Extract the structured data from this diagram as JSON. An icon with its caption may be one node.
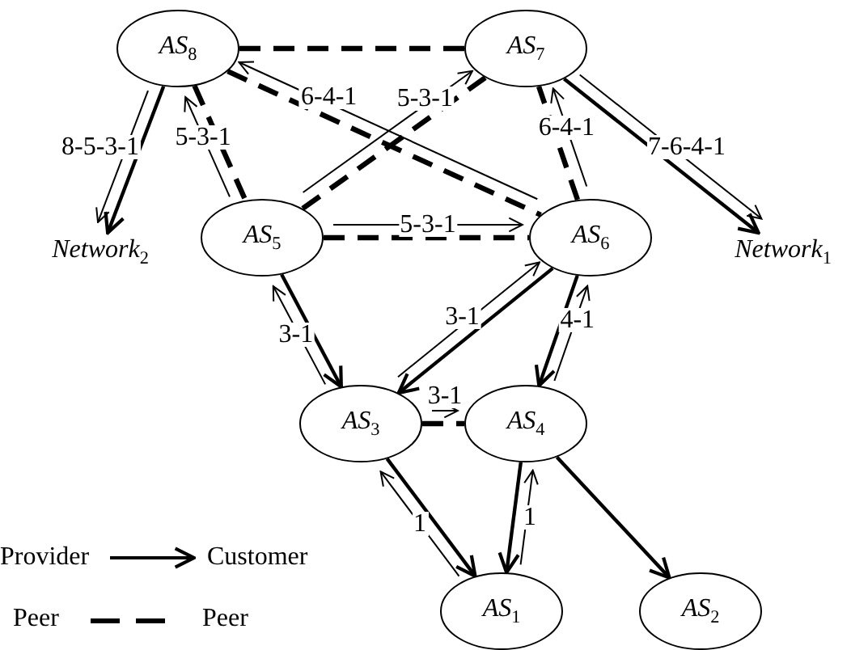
{
  "diagram": {
    "nodes": [
      {
        "text": [
          "AS$_{8}$"
        ]
      },
      {
        "text": [
          "AS$_{7}$"
        ]
      },
      {
        "text": [
          "Network$_{2}$"
        ]
      },
      {
        "text": [
          "AS$_{5}$"
        ]
      },
      {
        "text": [
          "AS$_{6}$"
        ]
      },
      {
        "text": [
          "Network$_{1}$"
        ]
      },
      {
        "text": [
          "AS$_{3}$"
        ]
      },
      {
        "text": [
          "AS$_{4}$"
        ]
      },
      {
        "text": [
          "AS$_{1}$"
        ]
      },
      {
        "text": [
          "AS$_{2}$"
        ]
      }
    ],
    "edges": [
      {
        "from": 0,
        "to": 1,
        "arrow": "none",
        "style": "dashed"
      },
      {
        "from": 0,
        "to": 4,
        "arrow": "none",
        "style": "dashed"
      },
      {
        "from": 0,
        "to": 3,
        "arrow": "none",
        "style": "dashed"
      },
      {
        "from": 3,
        "to": 1,
        "arrow": "none",
        "style": "dashed"
      },
      {
        "from": 3,
        "to": 4,
        "arrow": "none",
        "style": "dashed"
      },
      {
        "from": 4,
        "to": 1,
        "arrow": "none",
        "style": "dashed"
      },
      {
        "from": 6,
        "to": 7,
        "arrow": "none",
        "style": "dashed"
      },
      {
        "from": 0,
        "to": 2,
        "arrow": "to"
      },
      {
        "from": 1,
        "to": 5,
        "arrow": "to"
      },
      {
        "from": 3,
        "to": 6,
        "arrow": "to"
      },
      {
        "from": 4,
        "to": 6,
        "arrow": "to"
      },
      {
        "from": 4,
        "to": 7,
        "arrow": "to"
      },
      {
        "from": 6,
        "to": 8,
        "arrow": "to"
      },
      {
        "from": 7,
        "to": 8,
        "arrow": "to"
      },
      {
        "from": 7,
        "to": 9,
        "arrow": "to"
      },
      {
        "from": 0,
        "to": 2,
        "arrow": "to",
        "label": "8-5-3-1"
      },
      {
        "from": 3,
        "to": 0,
        "arrow": "to",
        "label": "5-3-1"
      },
      {
        "from": 4,
        "to": 0,
        "arrow": "to",
        "label": "6-4-1"
      },
      {
        "from": 3,
        "to": 1,
        "arrow": "to",
        "label": "5-3-1"
      },
      {
        "from": 3,
        "to": 4,
        "arrow": "to",
        "label": "5-3-1"
      },
      {
        "from": 4,
        "to": 1,
        "arrow": "to",
        "label": "6-4-1"
      },
      {
        "from": 1,
        "to": 5,
        "arrow": "to",
        "label": "7-6-4-1"
      },
      {
        "from": 6,
        "to": 3,
        "arrow": "to",
        "label": "3-1"
      },
      {
        "from": 6,
        "to": 4,
        "arrow": "to",
        "label": "3-1"
      },
      {
        "from": 7,
        "to": 4,
        "arrow": "to",
        "label": "4-1"
      },
      {
        "from": 6,
        "to": 7,
        "arrow": "to",
        "label": "3-1"
      },
      {
        "from": 8,
        "to": 6,
        "arrow": "to",
        "label": "1"
      },
      {
        "from": 8,
        "to": 7,
        "arrow": "to",
        "label": "1"
      }
    ],
    "labels": [
      "Customer",
      "Peer"
    ],
    "legend": [
      {
        "text": "Provider"
      },
      {
        "text": "Peer"
      }
    ]
  }
}
